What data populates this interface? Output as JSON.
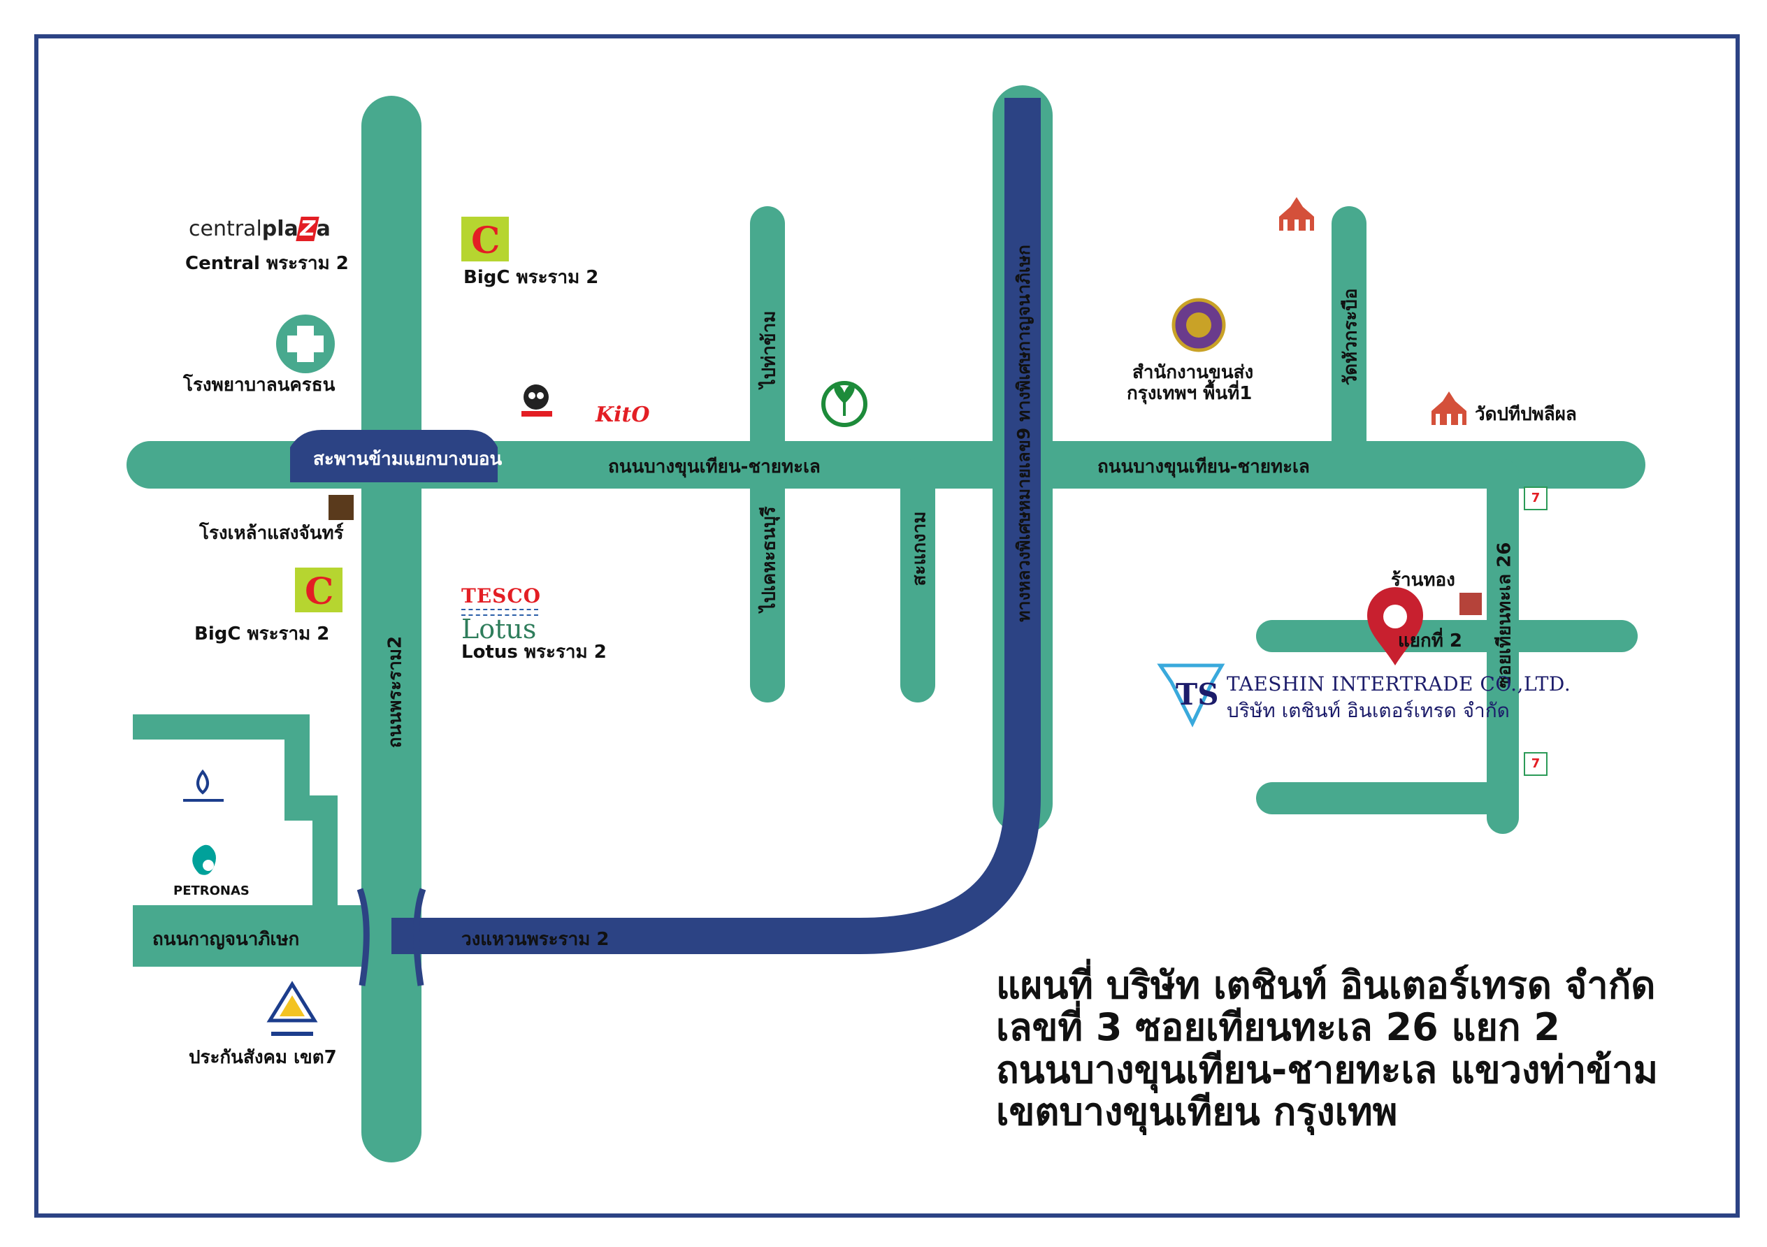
{
  "colors": {
    "road": "#48a98e",
    "expressway": "#2c4384",
    "border": "#2c4384",
    "pin": "#c8202f"
  },
  "title": {
    "line1": "แผนที่ บริษัท เตชินท์ อินเตอร์เทรด จำกัด",
    "line2": "เลขที่ 3 ซอยเทียนทะเล 26 แยก 2",
    "line3": "ถนนบางขุนเทียน-ชายทะเล แขวงท่าข้าม",
    "line4": "เขตบางขุนเทียน กรุงเทพ"
  },
  "roads": {
    "main_left": "ถนนบางขุนเทียน-ชายทะเล",
    "main_right": "ถนนบางขุนเทียน-ชายทะเล",
    "bridge": "สะพานข้ามแยกบางบอน",
    "rama2": "ถนนพระราม2",
    "to_thakham": "ไปท่าข้าม",
    "to_khet_thonburi": "ไปเคหะธนบุรี",
    "sakaengam": "สะแกงาม",
    "expressway": "ทางหลวงพิเศษหมายเลข9 ทางพิเศษกาญจนาภิเษก",
    "wat_huakrabue": "วัดหัวกระบือ",
    "soi_tianthale": "ซอยเทียนทะเล 26",
    "kanchana": "ถนนกาญจนาภิเษก",
    "ring_rama2": "วงแหวนพระราม 2",
    "yaek2": "แยกที่ 2"
  },
  "places": {
    "central_logo_a": "central",
    "central_logo_b": "pla",
    "central_logo_c": "Z",
    "central_logo_d": "a",
    "central": "Central พระราม 2",
    "bigc_top": "BigC พระราม 2",
    "hospital": "โรงพยาบาลนครธน",
    "brewery": "โรงเหล้าแสงจันทร์",
    "bigc_bottom": "BigC พระราม 2",
    "tesco_a": "TESCO",
    "tesco_b": "Lotus",
    "lotus": "Lotus พระราม 2",
    "petronas": "PETRONAS",
    "sso": "ประกันสังคม เขต7",
    "office": "สำนักงานขนส่ง",
    "office2": "กรุงเทพฯ พื้นที่1",
    "wat_pathip": "วัดปทีปพลีผล",
    "gold_shop": "ร้านทอง",
    "kito": "KitO",
    "seven": "7",
    "bigc_icon": "C"
  },
  "company": {
    "name_en": "TAESHIN INTERTRADE CO.,LTD.",
    "name_th": "บริษัท เตชินท์ อินเตอร์เทรด จำกัด"
  },
  "icons": {
    "hospital": "cross-icon",
    "pin": "map-pin-icon",
    "temple": "temple-icon",
    "bank": "kasikorn-bank-icon",
    "seal": "government-seal-icon"
  }
}
